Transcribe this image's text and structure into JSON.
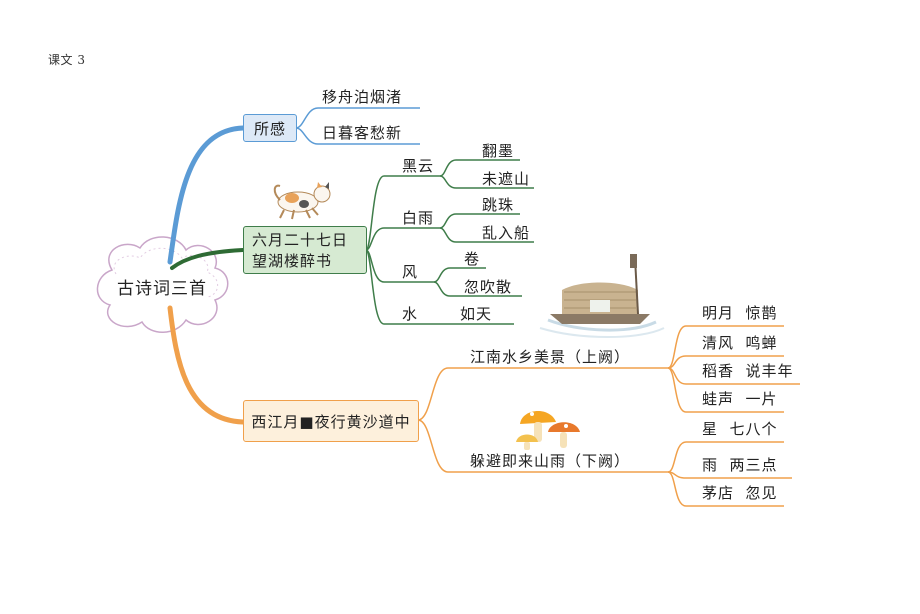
{
  "caption": "课文 3",
  "root": {
    "label": "古诗词三首"
  },
  "branches": {
    "poem1": {
      "title": "所感",
      "lines": [
        "移舟泊烟渚",
        "日暮客愁新"
      ]
    },
    "poem2": {
      "title_line1": "六月二十七日",
      "title_line2": "望湖楼醉书",
      "groups": [
        {
          "key": "黑云",
          "items": [
            "翻墨",
            "未遮山"
          ]
        },
        {
          "key": "白雨",
          "items": [
            "跳珠",
            "乱入船"
          ]
        },
        {
          "key": "风",
          "items": [
            "卷",
            "忽吹散"
          ]
        },
        {
          "key": "水",
          "items": [
            "如天"
          ]
        }
      ]
    },
    "poem3": {
      "title": "西江月■夜行黄沙道中",
      "parts": [
        {
          "label": "江南水乡美景（上阙）",
          "items": [
            "明月  惊鹊",
            "清风  鸣蝉",
            "稻香  说丰年",
            "蛙声  一片"
          ]
        },
        {
          "label": "躲避即来山雨（下阙）",
          "items": [
            "星  七八个",
            "雨  两三点",
            "茅店  忽见"
          ]
        }
      ]
    }
  },
  "colors": {
    "blue": "#5b9bd5",
    "green": "#3f7d4a",
    "orange": "#f0a04b",
    "blue_fill": "#dde9f7",
    "green_fill": "#d6ead2",
    "orange_fill": "#fdf0dc"
  },
  "illustrations": [
    "cat-illustration",
    "boat-illustration",
    "mushroom-illustration",
    "cloud-root-shape"
  ]
}
